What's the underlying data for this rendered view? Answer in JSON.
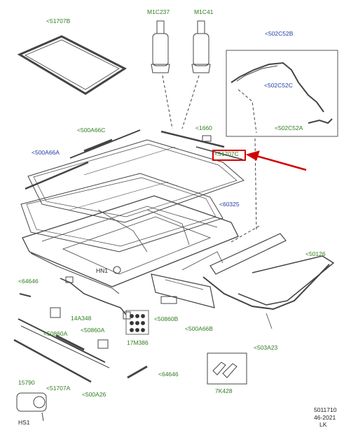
{
  "colors": {
    "green_label": "#2f7d1f",
    "blue_label": "#1f3fa3",
    "highlight": "#d40000",
    "line": "#555555"
  },
  "labels": {
    "l51707b": "<51707B",
    "m1c237": "M1C237",
    "m1c41": "M1C41",
    "l502c52b": "<502C52B",
    "l502c52c": "<502C52C",
    "l502c52a": "<502C52A",
    "l500a66c": "<500A66C",
    "l1660": "<1660",
    "l500a66a": "<500A66A",
    "l51707c": "<51707C",
    "l60325": "<60325",
    "l50126": "<50126",
    "hn1": "HN1",
    "l64646a": "<64646",
    "l14a348": "14A348",
    "l50860b": "<50860B",
    "l500a66b": "<500A66B",
    "l17m386": "17M386",
    "l50860a_a": "<50860A",
    "l50860a_b": "<50860A",
    "l503a23": "<503A23",
    "l51707a": "<51707A",
    "l500a26": "<500A26",
    "l64646b": "<64646",
    "l15790": "15790",
    "l7k428": "7K428",
    "hs1": "HS1"
  },
  "footer": {
    "code": "5011710",
    "date": "46-2021",
    "region": "LK"
  }
}
